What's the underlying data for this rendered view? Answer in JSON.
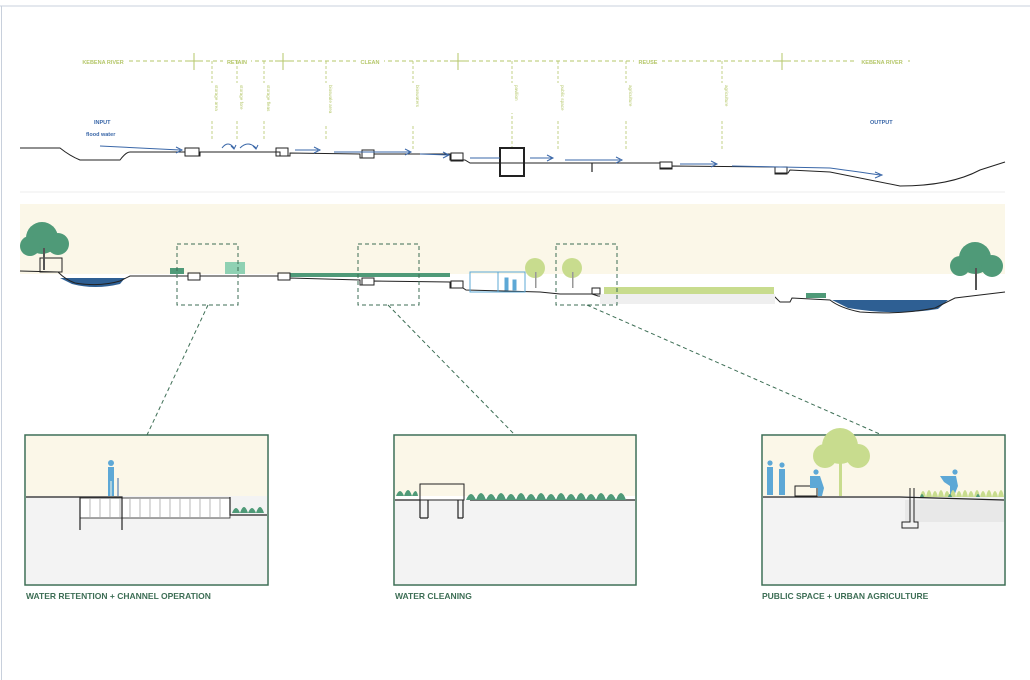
{
  "colors": {
    "accent_green": "#3d6e55",
    "label_green": "#b5c76a",
    "blue": "#3a67a8",
    "water": "#2e5f93",
    "water_light": "#5da8d6",
    "sky": "#fbf7e8",
    "tree": "#4f9a78",
    "tree_light": "#c8dc8e"
  },
  "top_section": {
    "zones": [
      "KEBENA RIVER",
      "RETAIN",
      "CLEAN",
      "REUSE",
      "KEBENA RIVER"
    ],
    "sub_labels": [
      "storage area",
      "storage fore",
      "storage fleas",
      "bioswale area",
      "bioswaters",
      "pavilion",
      "public space",
      "agriculture",
      "agriculture"
    ],
    "input": "INPUT",
    "flood_water": "flood water",
    "output": "OUTPUT"
  },
  "panels": [
    {
      "title": "WATER RETENTION + CHANNEL OPERATION"
    },
    {
      "title": "WATER CLEANING"
    },
    {
      "title": "PUBLIC SPACE + URBAN AGRICULTURE"
    }
  ]
}
